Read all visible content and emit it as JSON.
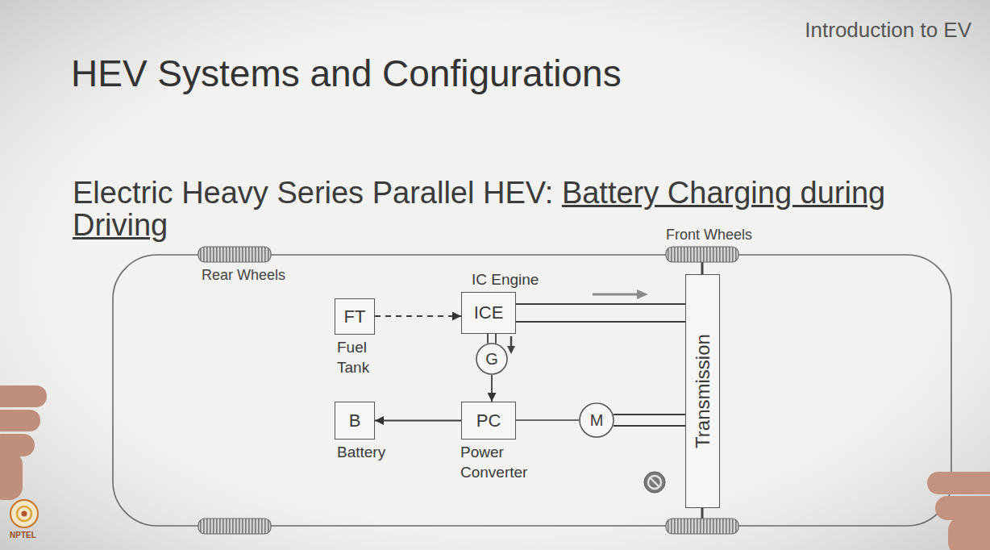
{
  "diagram": {
    "title": "HEV Systems and Configurations",
    "nodes": [
      {
        "text": [
          "FT",
          "Fuel Tank"
        ]
      },
      {
        "text": [
          "ICE",
          "IC Engine"
        ]
      },
      {
        "text": [
          "G"
        ]
      },
      {
        "text": [
          "B",
          "Battery"
        ]
      },
      {
        "text": [
          "PC",
          "Power Converter"
        ]
      },
      {
        "text": [
          "M"
        ]
      },
      {
        "text": [
          "Transmission"
        ]
      }
    ],
    "edges": [
      {
        "from": 0,
        "to": 1,
        "arrow": "to"
      },
      {
        "from": 1,
        "to": 6,
        "arrow": "none"
      },
      {
        "from": 1,
        "to": 2,
        "arrow": "none"
      },
      {
        "from": 2,
        "to": 4,
        "arrow": "to"
      },
      {
        "from": 4,
        "to": 3,
        "arrow": "to"
      },
      {
        "from": 4,
        "to": 5,
        "arrow": "none"
      },
      {
        "from": 5,
        "to": 6,
        "arrow": "none"
      }
    ],
    "labels": [
      "Introduction to EV",
      "Electric Heavy Series Parallel HEV:",
      "Battery Charging during Driving",
      "Front Wheels",
      "Rear Wheels",
      "NPTEL"
    ]
  }
}
